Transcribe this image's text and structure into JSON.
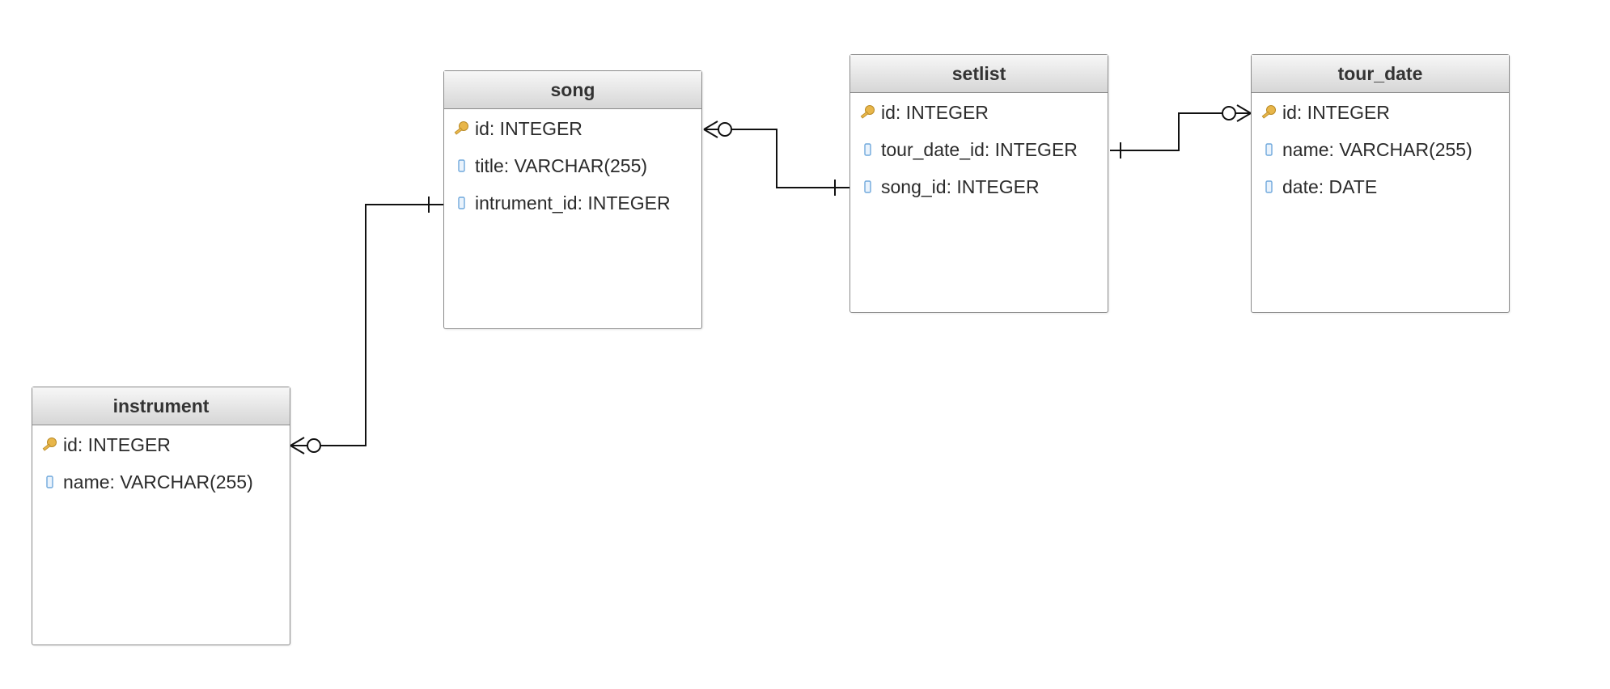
{
  "tables": [
    {
      "id": "song",
      "name": "song",
      "fields": [
        {
          "label": "id: INTEGER",
          "icon": "key-icon"
        },
        {
          "label": "title: VARCHAR(255)",
          "icon": "column-icon"
        },
        {
          "label": "intrument_id: INTEGER",
          "icon": "column-icon"
        }
      ]
    },
    {
      "id": "setlist",
      "name": "setlist",
      "fields": [
        {
          "label": "id: INTEGER",
          "icon": "key-icon"
        },
        {
          "label": "tour_date_id: INTEGER",
          "icon": "column-icon"
        },
        {
          "label": "song_id: INTEGER",
          "icon": "column-icon"
        }
      ]
    },
    {
      "id": "tour_date",
      "name": "tour_date",
      "fields": [
        {
          "label": "id: INTEGER",
          "icon": "key-icon"
        },
        {
          "label": "name: VARCHAR(255)",
          "icon": "column-icon"
        },
        {
          "label": "date: DATE",
          "icon": "column-icon"
        }
      ]
    },
    {
      "id": "instrument",
      "name": "instrument",
      "fields": [
        {
          "label": "id: INTEGER",
          "icon": "key-icon"
        },
        {
          "label": "name: VARCHAR(255)",
          "icon": "column-icon"
        }
      ]
    }
  ],
  "relationships": [
    {
      "from": "song.id",
      "to": "setlist.song_id",
      "from_cardinality": "zero-or-many",
      "to_cardinality": "one"
    },
    {
      "from": "tour_date.id",
      "to": "setlist.tour_date_id",
      "from_cardinality": "zero-or-many",
      "to_cardinality": "one"
    },
    {
      "from": "instrument.id",
      "to": "song.intrument_id",
      "from_cardinality": "zero-or-many",
      "to_cardinality": "one"
    }
  ],
  "colors": {
    "header_top": "#f7f7f7",
    "header_bottom": "#d6d6d6",
    "border": "#8a8a8a",
    "key": "#e8b64a",
    "column_icon": "#6fa8dc",
    "line": "#111111"
  }
}
